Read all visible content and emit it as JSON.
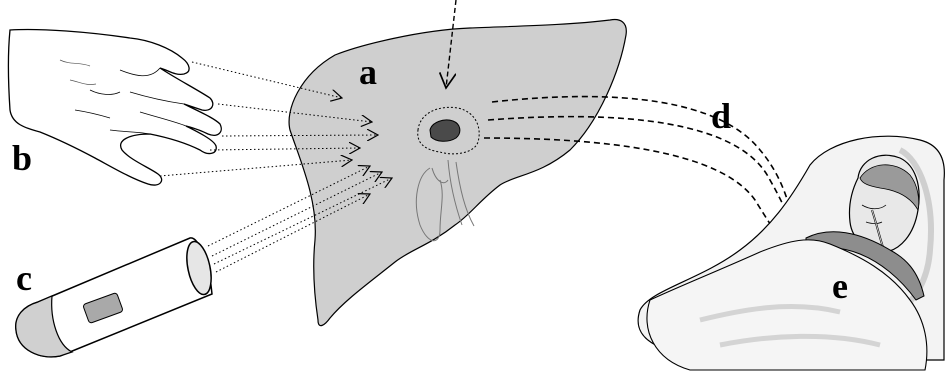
{
  "labels": {
    "a": "a",
    "b": "b",
    "c": "c",
    "d": "d",
    "e": "e"
  },
  "colors": {
    "liver_fill": "#cfcfcf",
    "tumor_fill": "#4a4a4a",
    "hand_fill": "#ffffff",
    "bed_fill": "#f3f3f3",
    "blanket_shadow": "#dcdcdc",
    "stroke": "#000000",
    "probe_band": "#d0d0d0"
  },
  "icons": [
    "hand-icon",
    "ultrasound-probe-icon",
    "liver-icon",
    "tumor-icon",
    "patient-in-bed-icon"
  ]
}
